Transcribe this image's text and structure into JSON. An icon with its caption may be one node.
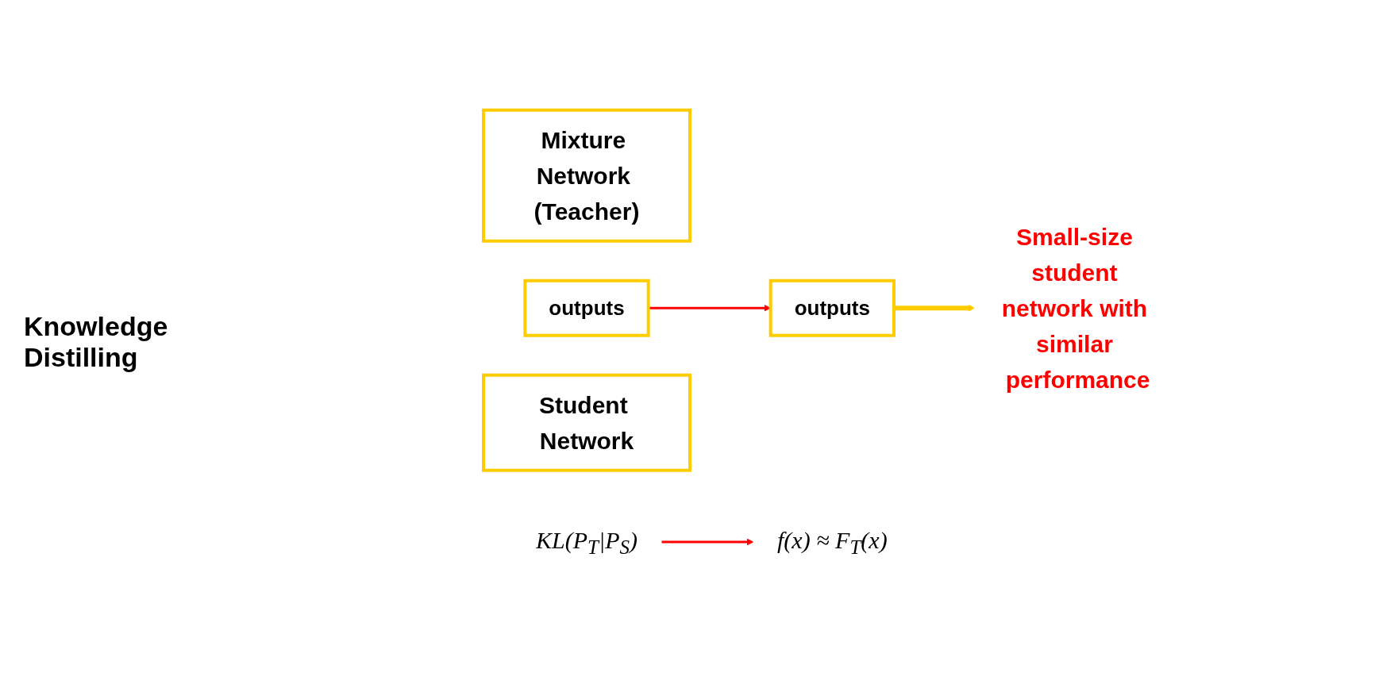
{
  "diagram": {
    "nodes": [
      {
        "text": [
          "Mixture Network (Teacher)"
        ]
      },
      {
        "text": [
          "outputs"
        ]
      },
      {
        "text": [
          "Student Network"
        ]
      },
      {
        "text": [
          "outputs"
        ]
      },
      {
        "text": [
          "KL(P$_{T}$|P$_{S}$)"
        ]
      },
      {
        "text": [
          "f(x) ≈ F$_{T}$(x)"
        ]
      },
      {
        "text": [
          "Small-size student network with similar performance"
        ]
      }
    ],
    "edges": [
      {
        "from": 1,
        "to": 3,
        "arrow": "to",
        "color": "#ff0000"
      },
      {
        "from": 4,
        "to": 5,
        "arrow": "to",
        "color": "#ff0000"
      },
      {
        "from": 3,
        "to": 6,
        "arrow": "to",
        "style": "thick",
        "color": "#ffcc00"
      }
    ],
    "labels": [
      "Knowledge Distilling"
    ]
  }
}
